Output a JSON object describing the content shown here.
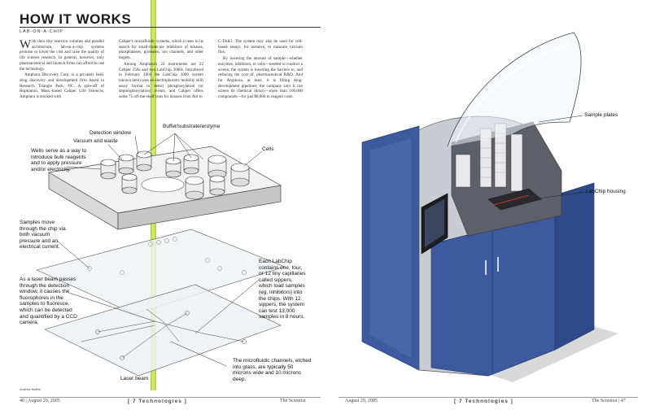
{
  "header": {
    "title": "HOW IT WORKS",
    "subtitle": "LAB-ON-A-CHIP"
  },
  "article": {
    "col1": {
      "dropcap": "W",
      "p1": "ith their tiny reaction volumes and parallel architecture, lab-on-a-chip systems promise to lower the cost and raise the quality of life science research. In general, however, only pharmaceutical and biotech firms can afford to use the technology.",
      "p2": "Amphora Discovery Corp. is a privately held, drug discovery and development firm based in Research Triangle Park, NC. A spin-off of Hopkinton, Mass.-based Caliper Life Sciences, Amphora is stocked with"
    },
    "col2": {
      "p1": "Caliper's microfluidic systems, which it uses in its search for small-molecule inhibitors of kinases, phosphatases, proteases, ion channels, and other targets.",
      "p2": "Among Amphora's 24 instruments are 22 Caliper 250s and two LabChip 3000s. Introduced in February 2004 the LabChip 3000 system (shown here) uses an electrophoretic mobility shift assay format to detect phosphorylation (or dephosphorylation) events, and Caliper offers some 75 off-the-shelf tests for kinases from Abl to"
    },
    "col3": {
      "p1": "C-TAK1. The system may also be used for cell-based assays, for instance, to measure calcium flux.",
      "p2": "By lowering the amount of sample—whether enzymes, inhibitors, or cells—needed to conduct a screen, the system is lowering the barriers to, and reducing the cost of, pharmaceutical R&D. And for Amphora, at least, it is filling drug-development pipelines; the company says it can screen its chemical library—more than 100,000 compounds—for just $8,000 in reagent costs."
    }
  },
  "diagram": {
    "detection_window": "Detection window",
    "buffer": "Buffer/substrate/enzyme",
    "vacuum": "Vacuum and waste",
    "cells": "Cells",
    "wells": "Wells serve as a way to introduce bulk reagents and to apply pressure and/or electricity.",
    "samples": "Samples move through the chip via both vacuum pressure and an electrical current.",
    "laser_passes": "As a laser beam passes through the detection window, it causes the fluorophores in the samples to fluoresce, which can be detected and quantified by a CCD camera.",
    "labchip_desc": "Each LabChip contains one, four, or 12 tiny capillaries called sippers, which load samples (eg, inhibitors) into the chips. With 12 sippers, the system can test 13,000 samples in 8 hours.",
    "channels": "The microfluidic channels, etched into glass, are typically 50 microns wide and 10 microns deep.",
    "laser_beam": "Laser beam",
    "credit": "Andrew Moffat"
  },
  "machine": {
    "sample_plates": "Sample plates",
    "labchip_housing": "LabChip housing"
  },
  "footer": {
    "left_page": "40",
    "left_date": "August 29, 2005",
    "left_section": "[ 7 Technologies ]",
    "left_pub": "The Scientist",
    "right_date": "August 29, 2005",
    "right_section": "[ 7 Technologies ]",
    "right_pub": "The Scientist",
    "right_page": "47"
  },
  "colors": {
    "laser": "#c4e34f",
    "machine_blue": "#3d5a9e",
    "machine_gray": "#c9ccd3"
  }
}
